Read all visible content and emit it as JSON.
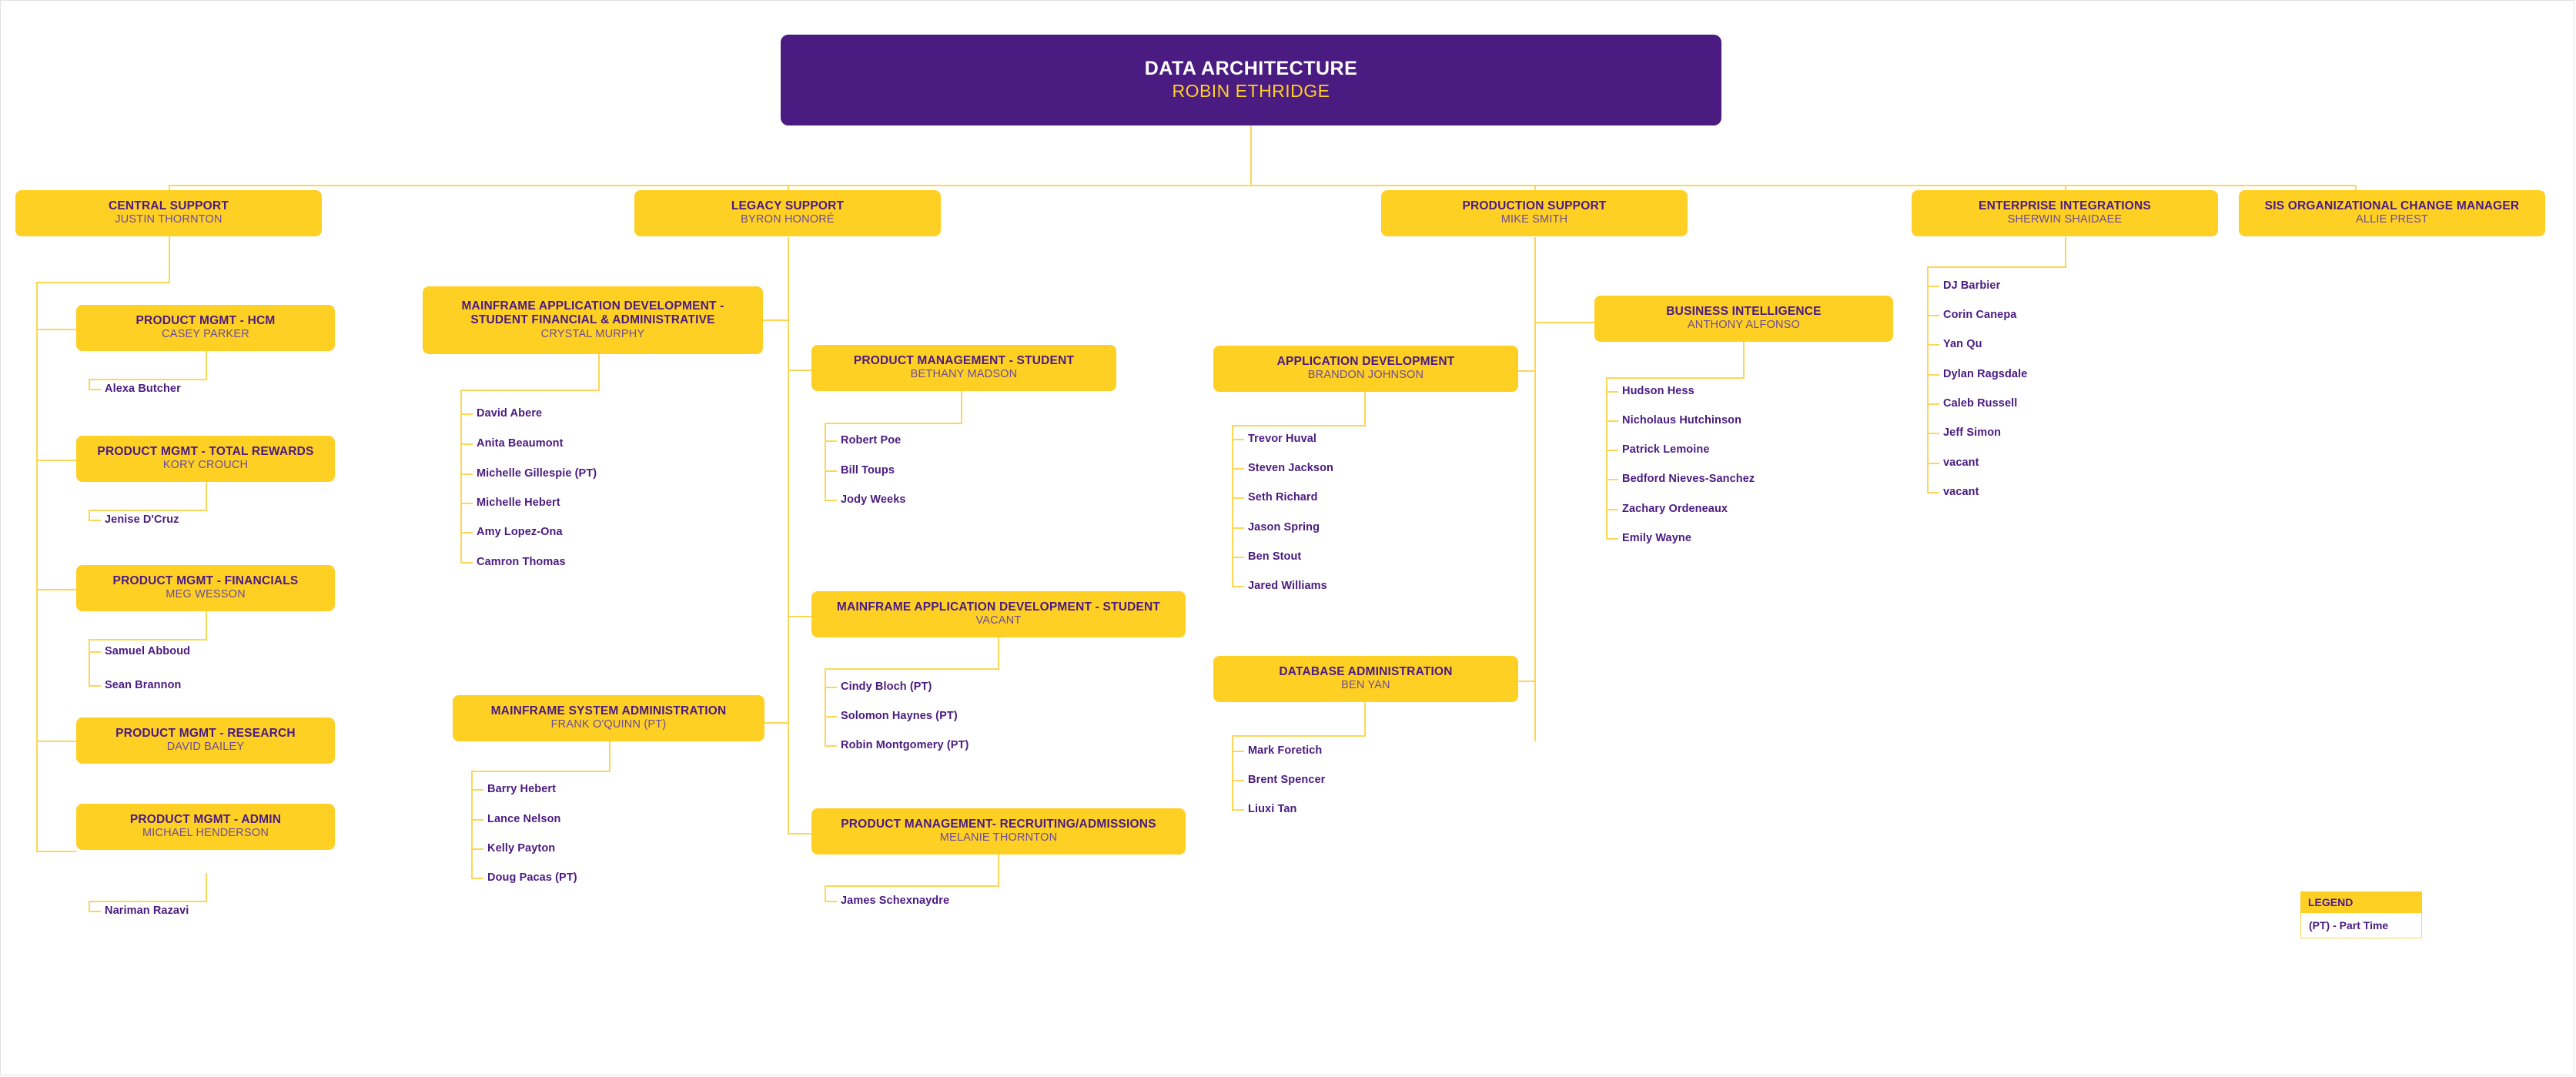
{
  "chart_title": "DATA ARCHITECTURE",
  "root": {
    "title": "DATA ARCHITECTURE",
    "name": "ROBIN ETHRIDGE"
  },
  "colors": {
    "purple": "#4A1B80",
    "yellow": "#FFD024",
    "connector": "#FCD757",
    "subtitle_purple": "#6B4B9B",
    "white": "#FFFFFF"
  },
  "tier1": [
    {
      "title": "CENTRAL SUPPORT",
      "name": "JUSTIN THORNTON"
    },
    {
      "title": "LEGACY SUPPORT",
      "name": "BYRON HONORÉ"
    },
    {
      "title": "PRODUCTION SUPPORT",
      "name": "MIKE SMITH"
    },
    {
      "title": "ENTERPRISE INTEGRATIONS",
      "name": "SHERWIN SHAIDAEE"
    },
    {
      "title": "SIS ORGANIZATIONAL CHANGE MANAGER",
      "name": "ALLIE PREST"
    }
  ],
  "central_support_children": [
    {
      "title": "PRODUCT MGMT - HCM",
      "name": "CASEY PARKER",
      "reports": [
        "Alexa Butcher"
      ]
    },
    {
      "title": "PRODUCT MGMT - TOTAL REWARDS",
      "name": "KORY CROUCH",
      "reports": [
        "Jenise D'Cruz"
      ]
    },
    {
      "title": "PRODUCT MGMT - FINANCIALS",
      "name": "MEG WESSON",
      "reports": [
        "Samuel Abboud",
        "Sean Brannon"
      ]
    },
    {
      "title": "PRODUCT MGMT - RESEARCH",
      "name": "DAVID BAILEY",
      "reports": []
    },
    {
      "title": "PRODUCT MGMT - ADMIN",
      "name": "MICHAEL HENDERSON",
      "reports": [
        "Nariman Razavi"
      ]
    }
  ],
  "legacy_support_children": [
    {
      "title": "MAINFRAME APPLICATION  DEVELOPMENT - STUDENT FINANCIAL & ADMINISTRATIVE",
      "title_line1": "MAINFRAME APPLICATION  DEVELOPMENT -",
      "title_line2": "STUDENT FINANCIAL & ADMINISTRATIVE",
      "name": "CRYSTAL MURPHY",
      "reports": [
        "David Abere",
        "Anita Beaumont",
        "Michelle Gillespie (PT)",
        "Michelle Hebert",
        "Amy Lopez-Ona",
        "Camron Thomas"
      ]
    },
    {
      "title": "MAINFRAME SYSTEM ADMINISTRATION",
      "name": "FRANK O'QUINN (PT)",
      "reports": [
        "Barry Hebert",
        "Lance Nelson",
        "Kelly Payton",
        "Doug Pacas (PT)"
      ]
    },
    {
      "title": "PRODUCT MANAGEMENT - STUDENT",
      "name": "BETHANY MADSON",
      "reports": [
        "Robert Poe",
        "Bill Toups",
        "Jody Weeks"
      ]
    },
    {
      "title": "MAINFRAME APPLICATION DEVELOPMENT - STUDENT",
      "name": "VACANT",
      "reports": [
        "Cindy Bloch (PT)",
        "Solomon Haynes (PT)",
        "Robin Montgomery (PT)"
      ]
    },
    {
      "title": "PRODUCT MANAGEMENT- RECRUITING/ADMISSIONS",
      "name": "MELANIE THORNTON",
      "reports": [
        "James Schexnaydre"
      ]
    }
  ],
  "production_support_children": [
    {
      "title": "APPLICATION DEVELOPMENT",
      "name": "BRANDON JOHNSON",
      "reports": [
        "Trevor Huval",
        "Steven Jackson",
        "Seth Richard",
        "Jason Spring",
        "Ben Stout",
        "Jared Williams"
      ]
    },
    {
      "title": "DATABASE ADMINISTRATION",
      "name": "BEN YAN",
      "reports": [
        "Mark Foretich",
        "Brent Spencer",
        "Liuxi Tan"
      ]
    },
    {
      "title": "BUSINESS INTELLIGENCE",
      "name": "ANTHONY ALFONSO",
      "reports": [
        "Hudson Hess",
        "Nicholaus Hutchinson",
        "Patrick Lemoine",
        "Bedford Nieves-Sanchez",
        "Zachary Ordeneaux",
        "Emily Wayne"
      ]
    }
  ],
  "enterprise_integrations_reports": [
    "DJ Barbier",
    "Corin Canepa",
    "Yan Qu",
    "Dylan Ragsdale",
    "Caleb Russell",
    "Jeff Simon",
    "vacant",
    "vacant"
  ],
  "legend": {
    "header": "LEGEND",
    "entry": "(PT) - Part Time"
  }
}
